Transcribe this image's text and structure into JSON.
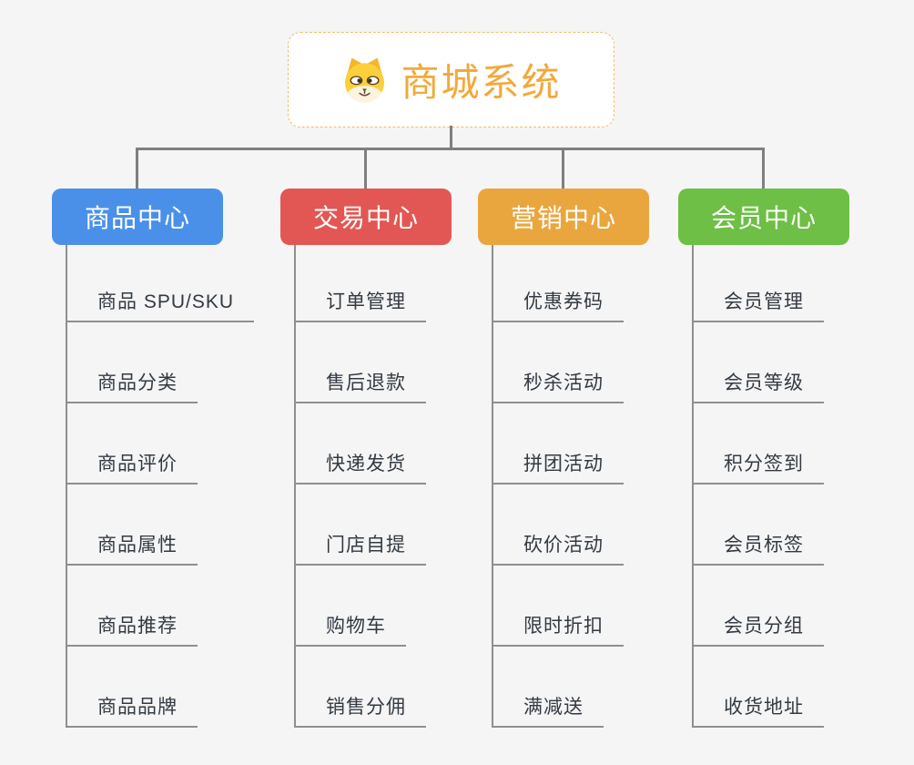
{
  "colors": {
    "canvas_background": "#f5f5f5",
    "connector_line": "#7f7f7f",
    "item_line": "#8f8f8f",
    "item_text": "#333a42",
    "root_background": "#ffffff"
  },
  "root": {
    "title": "商城系统",
    "icon": "dog-face-icon",
    "text_color": "#f2a93b",
    "border_color": "#f3bc61"
  },
  "branches": [
    {
      "label": "商品中心",
      "color": "#4a90e8",
      "items": [
        "商品 SPU/SKU",
        "商品分类",
        "商品评价",
        "商品属性",
        "商品推荐",
        "商品品牌"
      ]
    },
    {
      "label": "交易中心",
      "color": "#e25754",
      "items": [
        "订单管理",
        "售后退款",
        "快递发货",
        "门店自提",
        "购物车",
        "销售分佣"
      ]
    },
    {
      "label": "营销中心",
      "color": "#eaa63e",
      "items": [
        "优惠券码",
        "秒杀活动",
        "拼团活动",
        "砍价活动",
        "限时折扣",
        "满减送"
      ]
    },
    {
      "label": "会员中心",
      "color": "#6dbf45",
      "items": [
        "会员管理",
        "会员等级",
        "积分签到",
        "会员标签",
        "会员分组",
        "收货地址"
      ]
    }
  ]
}
